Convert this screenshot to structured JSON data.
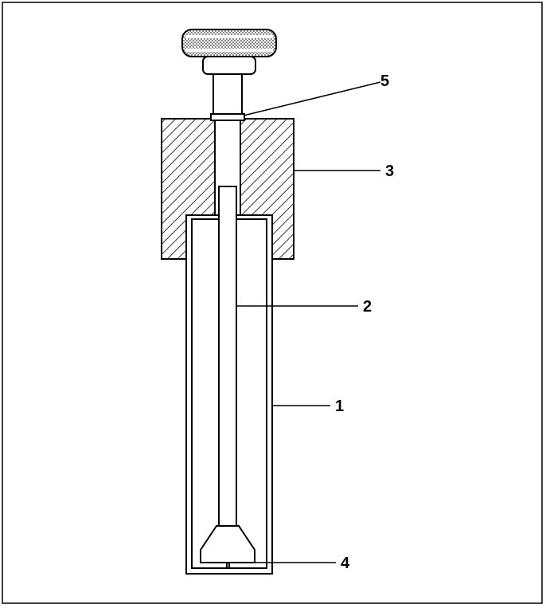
{
  "colors": {
    "line": "#000000",
    "background": "#ffffff",
    "frame": "#000000",
    "hatch": "#000000"
  },
  "callouts": {
    "c1": "1",
    "c2": "2",
    "c3": "3",
    "c4": "4",
    "c5": "5"
  }
}
